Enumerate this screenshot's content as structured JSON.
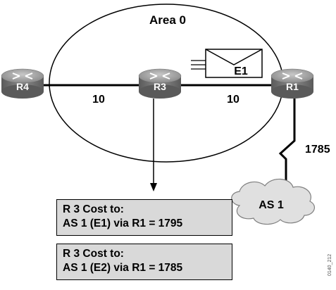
{
  "area_label": "Area 0",
  "routers": [
    {
      "id": "r4",
      "label": "R4"
    },
    {
      "id": "r3",
      "label": "R3"
    },
    {
      "id": "r1",
      "label": "R1"
    }
  ],
  "links": {
    "r4_r3_cost": "10",
    "r3_r1_cost": "10",
    "r1_as1_cost": "1785"
  },
  "lsa_label": "E1",
  "as_cloud_label": "AS 1",
  "boxes": [
    {
      "line1": "R 3 Cost to:",
      "line2": "AS 1 (E1) via R1 = 1795"
    },
    {
      "line1": "R 3 Cost to:",
      "line2": "AS 1 (E2) via R1 = 1785"
    }
  ],
  "figure_id": "0140_212",
  "colors": {
    "router_body": "#7f7f7f",
    "router_top": "#a6a6a6",
    "box_fill": "#d9d9d9",
    "cloud_fill": "#e0e0e0"
  }
}
